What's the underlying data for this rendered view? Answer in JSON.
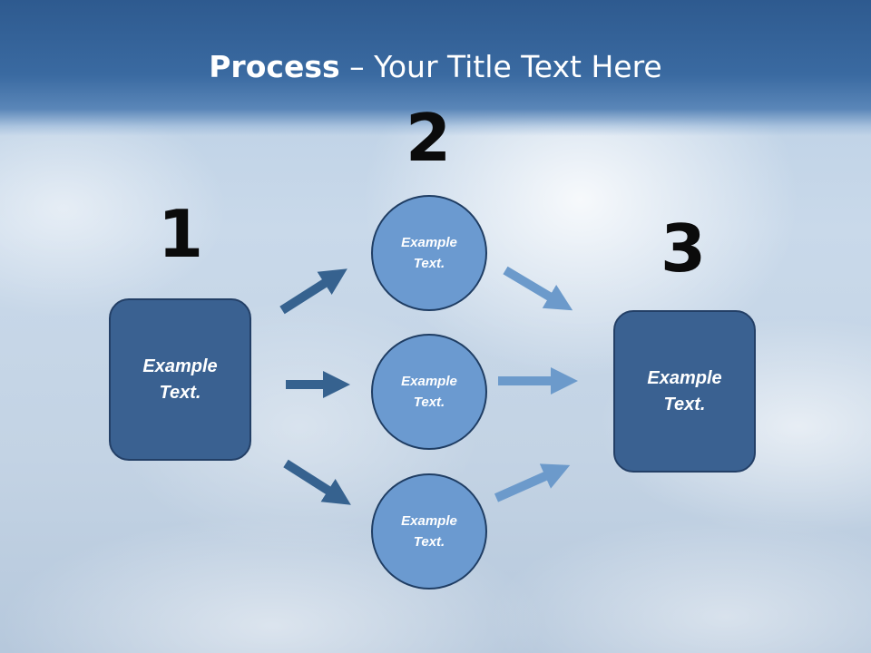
{
  "title": {
    "bold": "Process",
    "rest": " – Your Title Text Here"
  },
  "steps": [
    {
      "number": "1",
      "text": "Example Text."
    },
    {
      "number": "2",
      "items": [
        "Example Text.",
        "Example Text.",
        "Example Text."
      ]
    },
    {
      "number": "3",
      "text": "Example Text."
    }
  ],
  "colors": {
    "box_fill": "#3a6191",
    "circle_fill": "#6b9ad0",
    "arrow_dark": "#36628f",
    "arrow_light": "#6c9acb"
  }
}
